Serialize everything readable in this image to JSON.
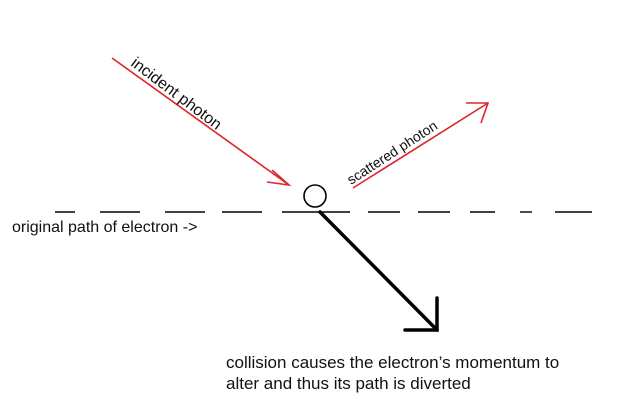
{
  "labels": {
    "incident": "incident photon",
    "scattered": "scattered photon",
    "path": "original path of electron ->",
    "caption_line1": "collision causes the electron’s  momentum to",
    "caption_line2": "alter and thus its path is diverted"
  },
  "colors": {
    "photon": "#e0242c",
    "electron_path": "#000000",
    "text": "#111111"
  }
}
